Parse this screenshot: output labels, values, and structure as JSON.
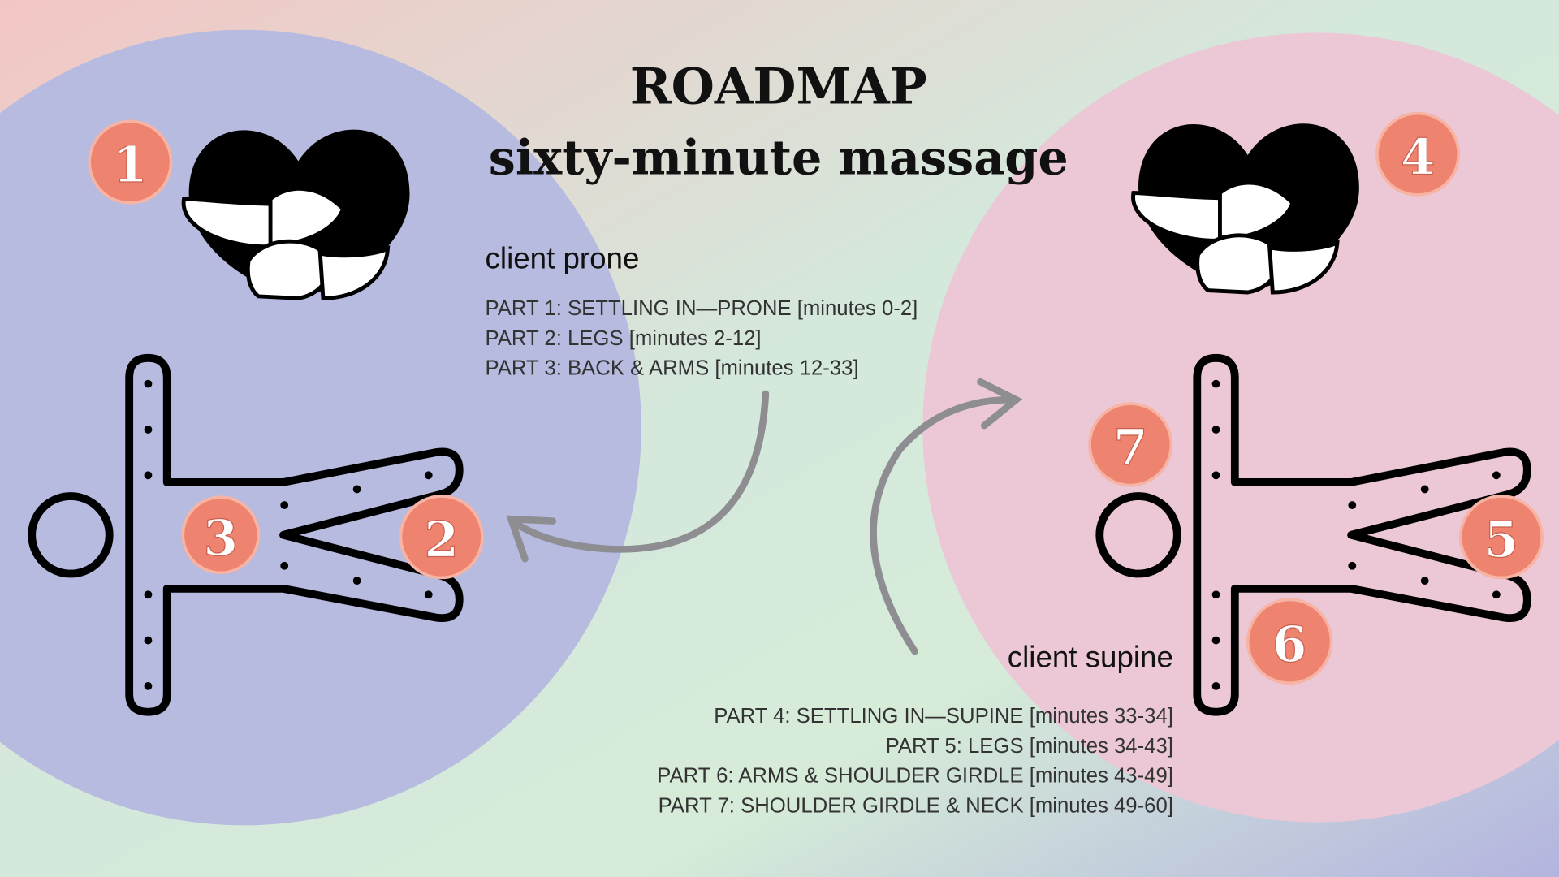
{
  "title": "ROADMAP",
  "subtitle": "sixty-minute massage",
  "colors": {
    "left_circle": "#b7bbe0",
    "right_circle": "#ecc8d6",
    "badge": "#ee8370",
    "arrow": "#8d8d92"
  },
  "prone": {
    "heading": "client prone",
    "parts": [
      "PART 1: SETTLING IN—PRONE [minutes 0-2]",
      "PART 2: LEGS [minutes 2-12]",
      "PART 3: BACK & ARMS [minutes 12-33]"
    ]
  },
  "supine": {
    "heading": "client supine",
    "parts": [
      "PART 4: SETTLING IN—SUPINE [minutes 33-34]",
      "PART 5: LEGS [minutes 34-43]",
      "PART 6: ARMS & SHOULDER GIRDLE [minutes 43-49]",
      "PART 7: SHOULDER GIRDLE & NECK [minutes 49-60]"
    ]
  },
  "badges": [
    "1",
    "2",
    "3",
    "4",
    "5",
    "6",
    "7"
  ]
}
